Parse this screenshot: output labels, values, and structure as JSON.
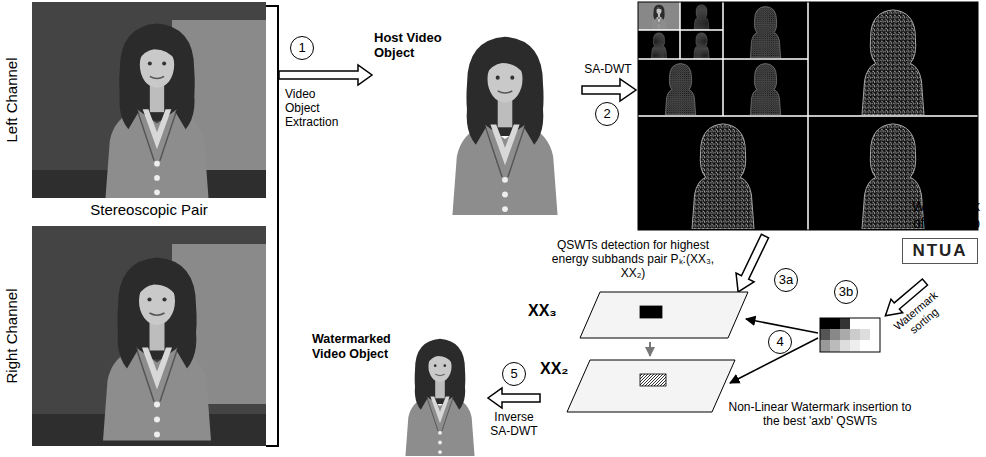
{
  "diagram": {
    "nodes": [
      {
        "text": [
          "Stereoscopic Pair"
        ]
      },
      {
        "text": [
          "Left Channel"
        ],
        "in": 0
      },
      {
        "text": [
          "Right Channel"
        ],
        "in": 0
      },
      {
        "text": [
          "Host Video Object"
        ]
      },
      {
        "text": [
          "XX₃"
        ]
      },
      {
        "text": [
          "XX₂"
        ]
      },
      {
        "text": [
          "Watermark of size axb",
          "NTUA"
        ]
      },
      {
        "text": [
          "Watermarked Video Object"
        ]
      }
    ],
    "edges": [
      {
        "from": 0,
        "to": 3,
        "label": "Video Object Extraction",
        "arrow": "to"
      },
      {
        "from": 4,
        "to": 5,
        "arrow": "to"
      },
      {
        "from": 5,
        "to": 7,
        "label": "Inverse SA-DWT",
        "arrow": "to"
      }
    ],
    "labels": [
      "1",
      "SA-DWT",
      "2",
      "QSWTs detection for highest energy subbands pair Pₖ:(XX₃, XX₂)",
      "3a",
      "3b",
      "Watermark sorting",
      "4",
      "Non-Linear Watermark insertion to the best 'axb' QSWTs",
      "5"
    ]
  }
}
